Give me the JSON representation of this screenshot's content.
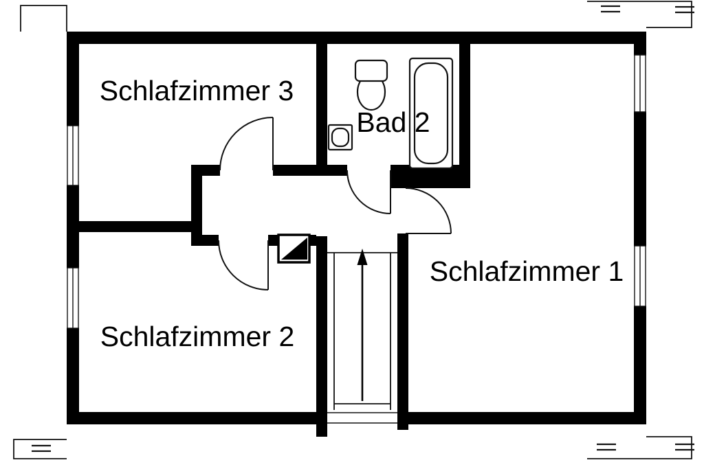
{
  "colors": {
    "wall": "#000000",
    "background": "#ffffff",
    "line": "#111111"
  },
  "rooms": [
    {
      "id": "schlafzimmer-3",
      "label": "Schlafzimmer 3"
    },
    {
      "id": "bad-2",
      "label": "Bad 2"
    },
    {
      "id": "schlafzimmer-1",
      "label": "Schlafzimmer 1"
    },
    {
      "id": "schlafzimmer-2",
      "label": "Schlafzimmer 2"
    }
  ],
  "fixtures": [
    {
      "id": "toilet",
      "room": "bad-2"
    },
    {
      "id": "bathtub",
      "room": "bad-2"
    },
    {
      "id": "sink",
      "room": "bad-2"
    },
    {
      "id": "shaft",
      "room": "hallway"
    },
    {
      "id": "stairs-up-arrow",
      "room": "stairwell"
    }
  ]
}
